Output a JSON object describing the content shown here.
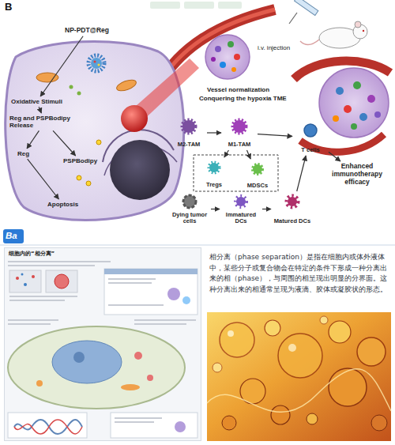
{
  "diagram": {
    "nodes": [
      {
        "text": [
          "NP-PDT@Reg"
        ]
      },
      {
        "text": [
          "Oxidative Stimuli"
        ]
      },
      {
        "text": [
          "Reg and PSPBodipy Release"
        ]
      },
      {
        "text": [
          "Reg"
        ]
      },
      {
        "text": [
          "PSPBodipy"
        ]
      },
      {
        "text": [
          "Apoptosis"
        ]
      },
      {
        "text": [
          "M2-TAM"
        ]
      },
      {
        "text": [
          "M1-TAM"
        ]
      },
      {
        "text": [
          "Tregs"
        ]
      },
      {
        "text": [
          "MDSCs"
        ]
      },
      {
        "text": [
          "T cells"
        ]
      },
      {
        "text": [
          "Dying tumor cells"
        ]
      },
      {
        "text": [
          "Immatured DCs"
        ]
      },
      {
        "text": [
          "Matured DCs"
        ]
      },
      {
        "text": [
          "Enhanced immunotherapy efficacy"
        ]
      },
      {
        "text": [
          "细胞内的“相分离”"
        ]
      }
    ],
    "edges": [
      {
        "from": 0,
        "to": 1,
        "arrow": "to"
      },
      {
        "from": 1,
        "to": 2,
        "arrow": "to"
      },
      {
        "from": 2,
        "to": 3,
        "arrow": "to"
      },
      {
        "from": 2,
        "to": 4,
        "arrow": "to"
      },
      {
        "from": 3,
        "to": 5,
        "arrow": "to"
      },
      {
        "from": 6,
        "to": 7,
        "arrow": "to"
      },
      {
        "from": 7,
        "to": 8,
        "arrow": "to"
      },
      {
        "from": 7,
        "to": 9,
        "arrow": "to"
      },
      {
        "from": 7,
        "to": 10,
        "arrow": "to"
      },
      {
        "from": 11,
        "to": 12,
        "arrow": "to"
      },
      {
        "from": 12,
        "to": 13,
        "arrow": "to"
      },
      {
        "from": 13,
        "to": 10,
        "arrow": "to"
      },
      {
        "from": 10,
        "to": 14,
        "arrow": "to"
      }
    ],
    "labels": [
      "B",
      "i.v. injection",
      "Vessel normalization",
      "Conquering the hypoxia TME",
      "Ba",
      "相分离（phase separation）是指在细胞内或体外液体中，某些分子或复合物会在特定的条件下形成一种分离出来的相（phase），与周围的相呈现出明显的分界面。这种分离出来的相通常呈现为液滴、胶体或凝胶状的形态。"
    ]
  }
}
